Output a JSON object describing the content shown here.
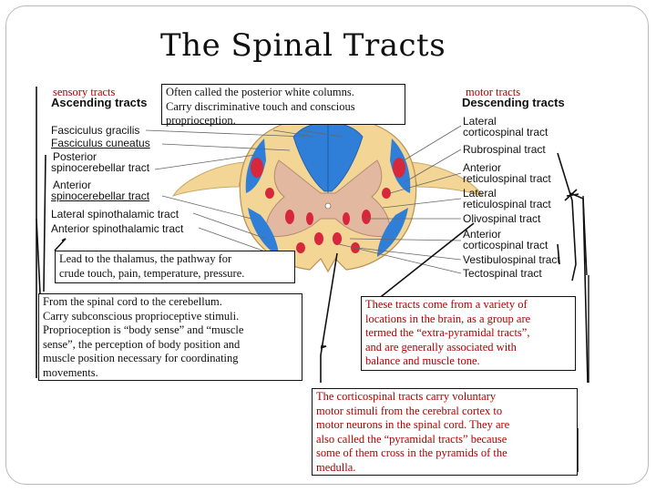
{
  "title": "The Spinal Tracts",
  "left_header": {
    "overlay": "sensory tracts",
    "heading": "Ascending tracts"
  },
  "right_header": {
    "overlay": "motor tracts",
    "heading": "Descending tracts"
  },
  "ascending": [
    "Fasciculus gracilis",
    "Fasciculus cuneatus",
    "Posterior",
    "spinocerebellar tract",
    "Anterior",
    "spinocerebellar tract",
    "Lateral spinothalamic tract",
    "Anterior spinothalamic tract"
  ],
  "descending": [
    "Lateral",
    "corticospinal tract",
    "Rubrospinal tract",
    "Anterior",
    "reticulospinal tract",
    "Lateral",
    "reticulospinal tract",
    "Olivospinal tract",
    "Anterior",
    "corticospinal tract",
    "Vestibulospinal tract",
    "Tectospinal tract"
  ],
  "notes": {
    "posterior": [
      "Often called the posterior white columns.",
      "Carry discriminative touch and conscious",
      "proprioception."
    ],
    "thalamus": [
      "Lead to the thalamus, the pathway for",
      "crude touch, pain, temperature, pressure."
    ],
    "cerebellum": [
      "From the spinal cord to the cerebellum.",
      "Carry subconscious proprioceptive stimuli.",
      "Proprioception is “body sense” and “muscle",
      "sense”, the perception of body position and",
      "muscle position necessary for coordinating",
      "movements."
    ],
    "extrapyramidal": [
      "These tracts come from a variety of",
      "locations in the brain, as a group are",
      "termed the “extra-pyramidal tracts”,",
      "and are generally associated with",
      "balance and muscle tone."
    ],
    "corticospinal": [
      "The corticospinal tracts carry voluntary",
      "motor stimuli from the cerebral cortex to",
      "motor neurons in the spinal cord.  They are",
      "also called the “pyramidal tracts” because",
      "some of them cross in the pyramids of the",
      "medulla."
    ]
  },
  "colors": {
    "sensory": "#2f7fd8",
    "motor": "#d8263a",
    "grey_matter": "#e3b8a0",
    "white_matter": "#f3d596",
    "note_red": "#b00000"
  }
}
